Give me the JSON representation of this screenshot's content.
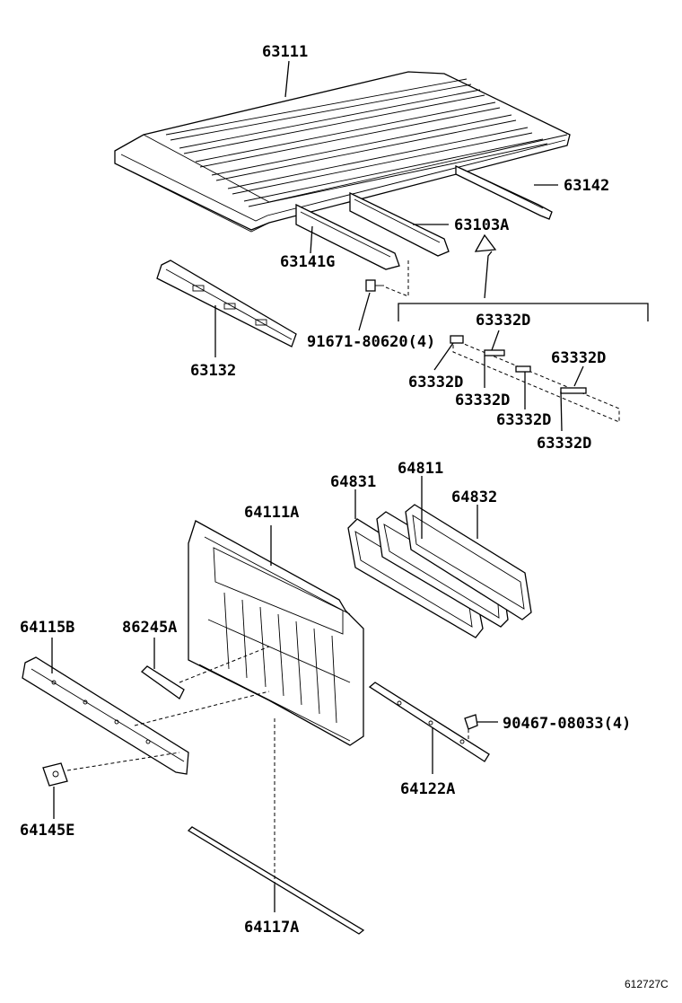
{
  "diagram": {
    "reference": "612727C",
    "parts": {
      "p63111": "63111",
      "p63142": "63142",
      "p63103A": "63103A",
      "p63141G": "63141G",
      "p63132": "63132",
      "p91671": "91671-80620(4)",
      "p63332D_top": "63332D",
      "p63332D_right": "63332D",
      "p63332D_left": "63332D",
      "p63332D_mid": "63332D",
      "p63332D_low": "63332D",
      "p63332D_bottom": "63332D",
      "p64831": "64831",
      "p64811": "64811",
      "p64832": "64832",
      "p64111A": "64111A",
      "p64115B": "64115B",
      "p86245A": "86245A",
      "p90467": "90467-08033(4)",
      "p64122A": "64122A",
      "p64145E": "64145E",
      "p64117A": "64117A"
    }
  }
}
